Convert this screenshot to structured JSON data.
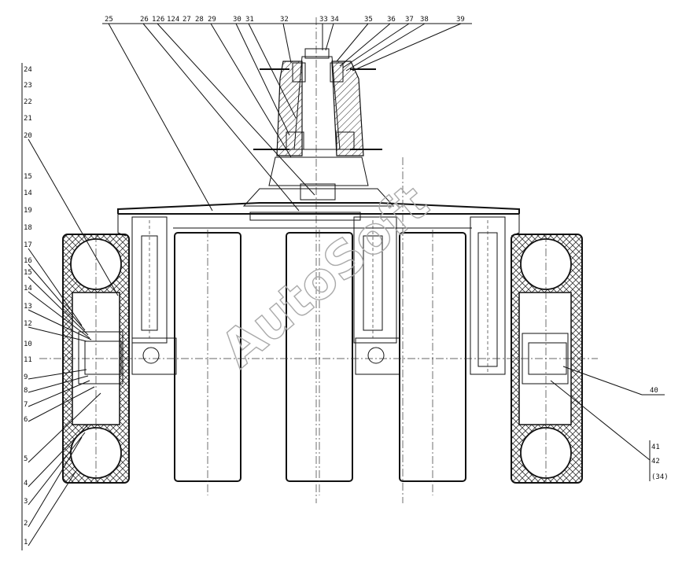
{
  "drawing": {
    "watermark": "AutoSoft",
    "labels_top": [
      {
        "id": "t25",
        "text": "25"
      },
      {
        "id": "t26",
        "text": "26"
      },
      {
        "id": "t126",
        "text": "126"
      },
      {
        "id": "t124",
        "text": "124"
      },
      {
        "id": "t27",
        "text": "27"
      },
      {
        "id": "t28",
        "text": "28"
      },
      {
        "id": "t29",
        "text": "29"
      },
      {
        "id": "t30",
        "text": "30"
      },
      {
        "id": "t31",
        "text": "31"
      },
      {
        "id": "t32",
        "text": "32"
      },
      {
        "id": "t33",
        "text": "33"
      },
      {
        "id": "t34",
        "text": "34"
      },
      {
        "id": "t35",
        "text": "35"
      },
      {
        "id": "t36",
        "text": "36"
      },
      {
        "id": "t37",
        "text": "37"
      },
      {
        "id": "t38",
        "text": "38"
      },
      {
        "id": "t39",
        "text": "39"
      }
    ],
    "labels_left": [
      {
        "id": "l24",
        "text": "24"
      },
      {
        "id": "l23",
        "text": "23"
      },
      {
        "id": "l22",
        "text": "22"
      },
      {
        "id": "l21",
        "text": "21"
      },
      {
        "id": "l20",
        "text": "20"
      },
      {
        "id": "l15",
        "text": "15"
      },
      {
        "id": "l14",
        "text": "14"
      },
      {
        "id": "l19",
        "text": "19"
      },
      {
        "id": "l18",
        "text": "18"
      },
      {
        "id": "l17",
        "text": "17"
      },
      {
        "id": "l16",
        "text": "16"
      },
      {
        "id": "l15b",
        "text": "15"
      },
      {
        "id": "l14b",
        "text": "14"
      },
      {
        "id": "l13",
        "text": "13"
      },
      {
        "id": "l12",
        "text": "12"
      },
      {
        "id": "l10",
        "text": "10"
      },
      {
        "id": "l11",
        "text": "11"
      },
      {
        "id": "l9",
        "text": "9"
      },
      {
        "id": "l8",
        "text": "8"
      },
      {
        "id": "l7",
        "text": "7"
      },
      {
        "id": "l6",
        "text": "6"
      },
      {
        "id": "l5",
        "text": "5"
      },
      {
        "id": "l4",
        "text": "4"
      },
      {
        "id": "l3",
        "text": "3"
      },
      {
        "id": "l2",
        "text": "2"
      },
      {
        "id": "l1",
        "text": "1"
      }
    ],
    "labels_right": [
      {
        "id": "r40",
        "text": "40"
      },
      {
        "id": "r41",
        "text": "41"
      },
      {
        "id": "r42",
        "text": "42"
      },
      {
        "id": "r43",
        "text": "(34)"
      }
    ],
    "colors": {
      "ink": "#111111",
      "watermark": "#aaaaaa",
      "background": "#ffffff"
    }
  }
}
